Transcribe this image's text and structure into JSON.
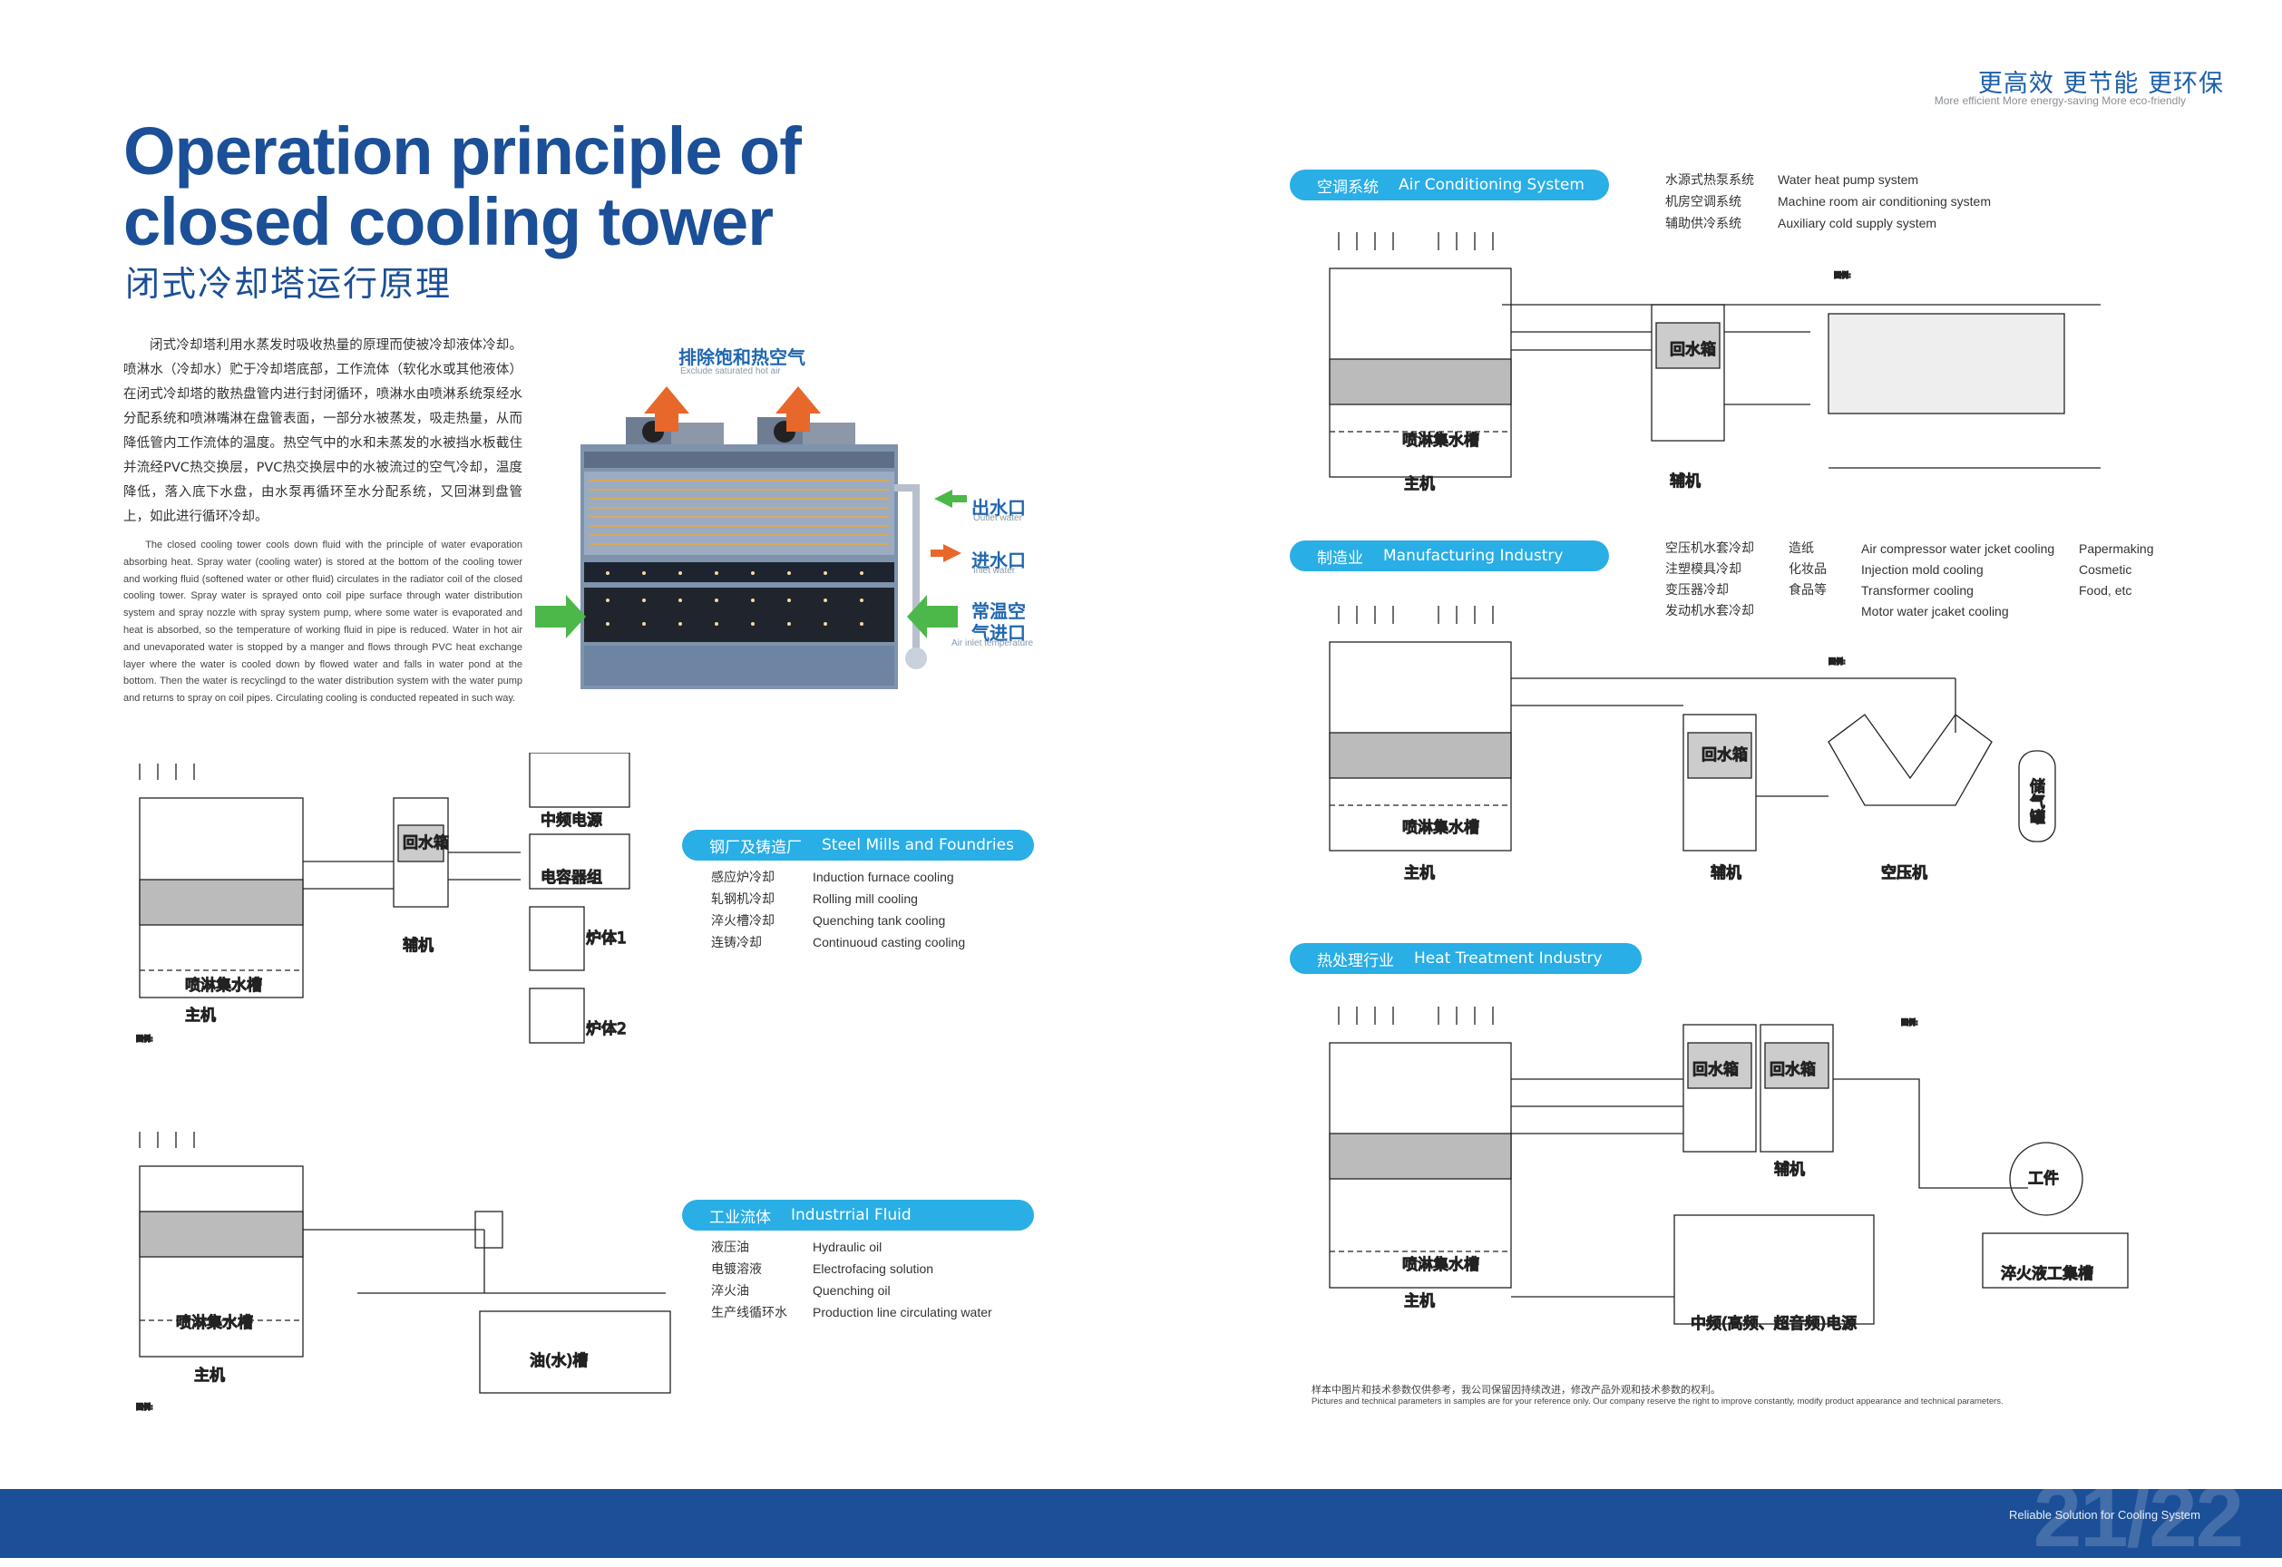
{
  "header": {
    "slogan_cn": "更高效  更节能  更环保",
    "slogan_en": "More efficient   More energy-saving   More eco-friendly"
  },
  "title": {
    "en_line1": "Operation principle of",
    "en_line2": "closed cooling tower",
    "cn": "闭式冷却塔运行原理"
  },
  "intro": {
    "cn": "闭式冷却塔利用水蒸发时吸收热量的原理而使被冷却液体冷却。喷淋水（冷却水）贮于冷却塔底部，工作流体（软化水或其他液体）在闭式冷却塔的散热盘管内进行封闭循环，喷淋水由喷淋系统泵经水分配系统和喷淋嘴淋在盘管表面，一部分水被蒸发，吸走热量，从而降低管内工作流体的温度。热空气中的水和未蒸发的水被挡水板截住并流经PVC热交换层，PVC热交换层中的水被流过的空气冷却，温度降低，落入底下水盘，由水泵再循环至水分配系统，又回淋到盘管上，如此进行循环冷却。",
    "en": "The closed cooling tower cools down fluid with the principle of water evaporation absorbing heat. Spray water (cooling water) is stored at the bottom of the cooling tower and working fluid (softened water or other fluid) circulates in the radiator coil of the closed cooling tower. Spray water is sprayed onto coil pipe surface through water distribution system and spray nozzle with spray system pump, where some water is evaporated and heat is absorbed, so the temperature of working fluid in pipe is reduced. Water in hot air and unevaporated water is stopped by a manger and flows through PVC heat exchange layer where the water is cooled down by flowed water and falls in water pond at the bottom. Then the water is recyclingd to the water distribution system with the water pump and returns to spray on coil pipes. Circulating cooling is conducted repeated in such way."
  },
  "hero": {
    "exhaust_cn": "排除饱和热空气",
    "exhaust_en": "Exclude saturated hot air",
    "outlet_cn": "出水口",
    "outlet_en": "Outlet water",
    "inlet_cn": "进水口",
    "inlet_en": "Inlet water",
    "air_cn_1": "常温空",
    "air_cn_2": "气进口",
    "air_en": "Air inlet temperature"
  },
  "sections": {
    "steel": {
      "cn": "钢厂及铸造厂",
      "en": "Steel Mills and Foundries",
      "rows": [
        {
          "cn": "感应炉冷却",
          "en": "Induction furnace cooling"
        },
        {
          "cn": "轧钢机冷却",
          "en": "Rolling mill cooling"
        },
        {
          "cn": "淬火槽冷却",
          "en": "Quenching tank cooling"
        },
        {
          "cn": "连铸冷却",
          "en": "Continuoud casting cooling"
        }
      ]
    },
    "fluid": {
      "cn": "工业流体",
      "en": "Industrrial Fluid",
      "rows": [
        {
          "cn": "液压油",
          "en": "Hydraulic oil"
        },
        {
          "cn": "电镀溶液",
          "en": "Electrofacing solution"
        },
        {
          "cn": "淬火油",
          "en": "Quenching oil"
        },
        {
          "cn": "生产线循环水",
          "en": "Production line circulating water"
        }
      ]
    },
    "aircon": {
      "cn": "空调系统",
      "en": "Air Conditioning System",
      "rows": [
        {
          "cn": "水源式热泵系统",
          "en": "Water heat pump system"
        },
        {
          "cn": "机房空调系统",
          "en": "Machine room air conditioning system"
        },
        {
          "cn": "辅助供冷系统",
          "en": "Auxiliary cold supply system"
        }
      ]
    },
    "manufacturing": {
      "cn": "制造业",
      "en": "Manufacturing Industry",
      "rows_cn_a": [
        "空压机水套冷却",
        "注塑模具冷却",
        "变压器冷却",
        "发动机水套冷却"
      ],
      "rows_cn_b": [
        "造纸",
        "化妆品",
        "食品等"
      ],
      "rows_en_a": [
        "Air compressor water jcket cooling",
        "Injection mold cooling",
        "Transformer cooling",
        "Motor water jcaket cooling"
      ],
      "rows_en_b": [
        "Papermaking",
        "Cosmetic",
        "Food, etc"
      ]
    },
    "heat": {
      "cn": "热处理行业",
      "en": "Heat Treatment Industry"
    }
  },
  "diagram_labels": {
    "host": "主机",
    "aux": "辅机",
    "spray_tank": "喷淋集水槽",
    "return_tank": "回水箱",
    "air_compressor": "空压机",
    "storage_tank": "储气罐",
    "furnace1": "炉体1",
    "furnace2": "炉体2",
    "capacitor": "电容器组",
    "mid_power": "中频电源",
    "oil_tank": "油(水)槽",
    "mid_freq": "中频(高频、超音频)电源",
    "quench_tank": "淬火液工集槽",
    "workpiece": "工件",
    "legend": "图例:"
  },
  "notes": {
    "cn": "样本中图片和技术参数仅供参考，我公司保留因持续改进，修改产品外观和技术参数的权利。",
    "en": "Pictures and technical parameters in samples are for your reference only. Our company reserve the right to improve constantly, modify product appearance and technical parameters."
  },
  "footer": {
    "page": "21/22",
    "tagline": "Reliable Solution for Cooling System"
  },
  "colors": {
    "brand_blue": "#1b4f97",
    "pill_blue": "#29aee6",
    "arrow_orange": "#e8672b",
    "arrow_green": "#4cb84a"
  }
}
